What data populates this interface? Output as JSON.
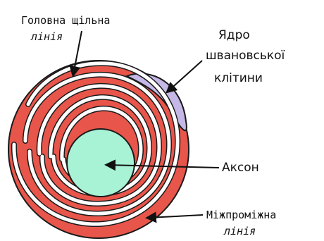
{
  "labels": {
    "main_dense_line_1": "Головна щільна",
    "main_dense_line_2": "лінія",
    "schwann_nucleus_1": "Ядро",
    "schwann_nucleus_2": "швановської",
    "schwann_nucleus_3": "клітини",
    "axon": "Аксон",
    "intermediate_line_1": "Міжпроміжна",
    "intermediate_line_2": "лінія"
  },
  "colors": {
    "myelin": "#e8554a",
    "outline": "#1a1a1a",
    "axon": "#a8f2d6",
    "nucleus": "#c5b8e6",
    "gap": "#ffffff"
  }
}
